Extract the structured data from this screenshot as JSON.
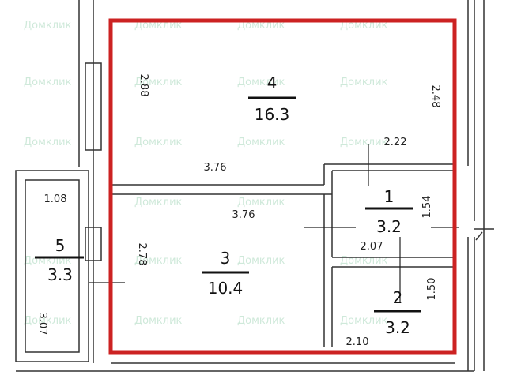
{
  "watermark": "Домклик",
  "colors": {
    "outline": "#cc2222",
    "walls": "#333333",
    "watermark": "#cfe9da"
  },
  "rooms": [
    {
      "id": "room-4",
      "number": "4",
      "area": "16.3"
    },
    {
      "id": "room-3",
      "number": "3",
      "area": "10.4"
    },
    {
      "id": "room-1",
      "number": "1",
      "area": "3.2"
    },
    {
      "id": "room-2",
      "number": "2",
      "area": "3.2"
    },
    {
      "id": "room-5",
      "number": "5",
      "area": "3.3"
    }
  ],
  "dimensions": {
    "room4_height": "2.88",
    "room4_width": "3.76",
    "right_wall_height": "2.48",
    "room3_width": "3.76",
    "room3_height": "2.78",
    "room1_width_top": "2.22",
    "room1_width_bottom": "2.07",
    "room1_height": "1.54",
    "room2_height": "1.50",
    "room2_width": "2.10",
    "balcony_width": "1.08",
    "balcony_height": "3.07"
  }
}
